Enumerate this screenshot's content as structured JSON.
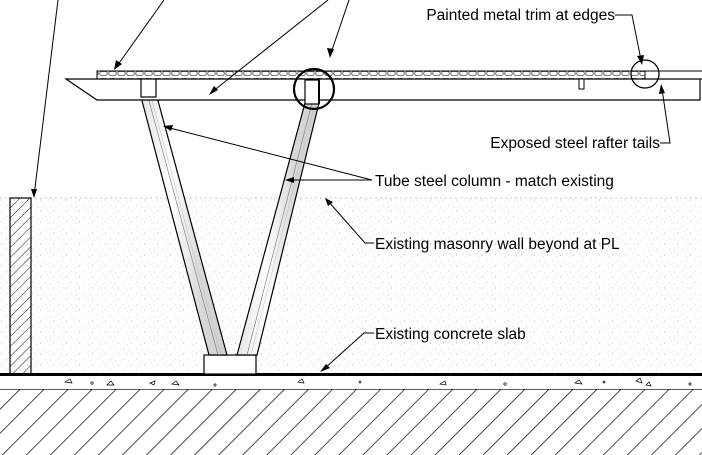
{
  "annotations": {
    "trim": "Painted metal trim at edges",
    "rafter_tails": "Exposed steel rafter tails",
    "column": "Tube steel column - match existing",
    "wall": "Existing masonry wall beyond at PL",
    "slab": "Existing concrete slab"
  },
  "colors": {
    "line": "#000000",
    "background": "#ffffff",
    "stipple": "#9a9a9a"
  }
}
